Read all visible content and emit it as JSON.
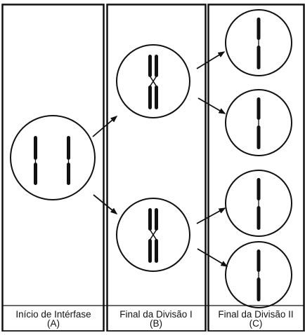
{
  "panels": [
    {
      "title": "Início de Intérfase",
      "letter": "(A)"
    },
    {
      "title": "Final da Divisão I",
      "letter": "(B)"
    },
    {
      "title": "Final da Divisão II",
      "letter": "(C)"
    }
  ],
  "colors": {
    "line": "#111111",
    "chromosome": "#111111",
    "background": "#ffffff"
  },
  "icons": {
    "arrow": "arrow-right-icon",
    "chromosome": "chromosome-icon",
    "cell": "cell-circle"
  }
}
